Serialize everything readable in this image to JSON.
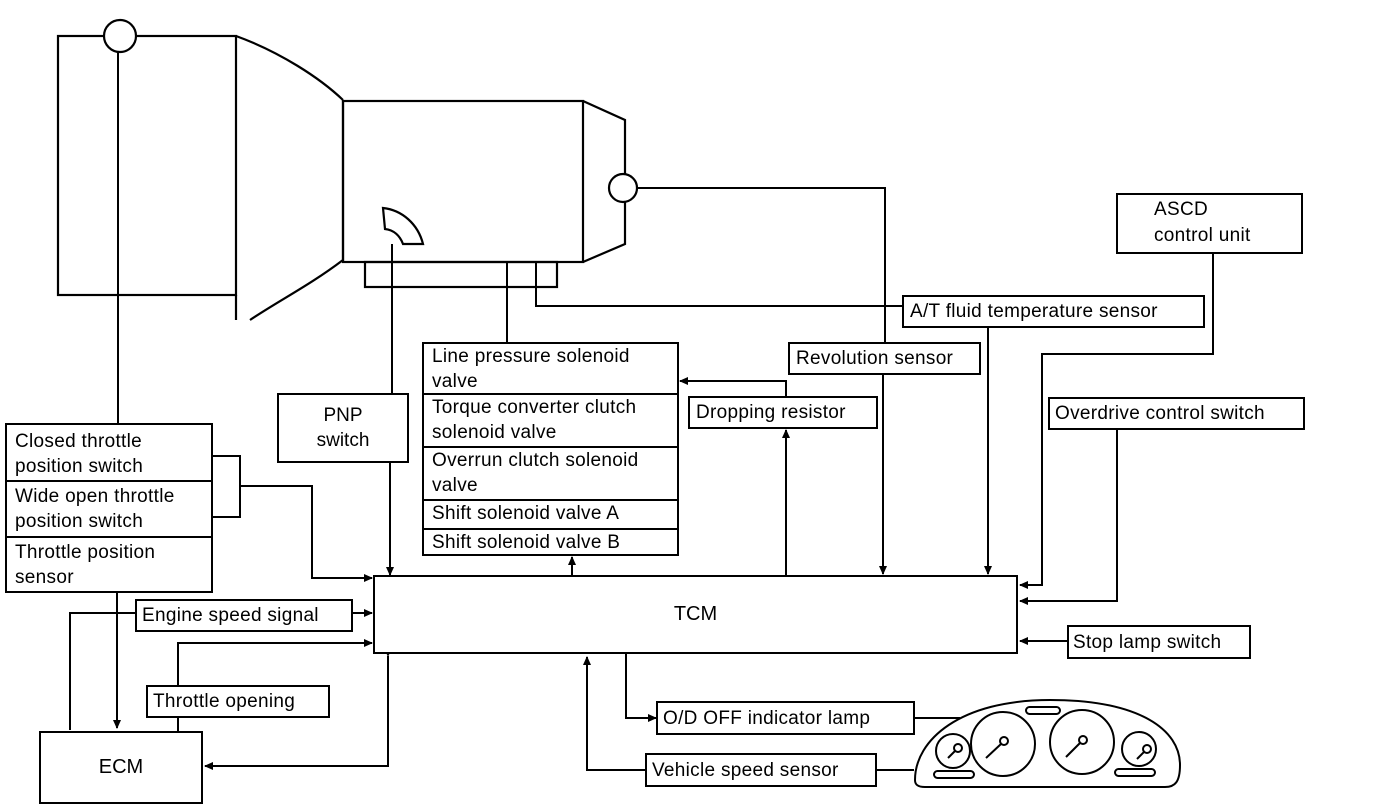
{
  "diagram": {
    "title": "A/T electronic control system diagram",
    "tcm": "TCM",
    "ecm": "ECM",
    "pnp_switch": [
      "PNP",
      "switch"
    ],
    "throttle_sensor_stack": [
      [
        "Closed throttle",
        "position switch"
      ],
      [
        "Wide open throttle",
        "position switch"
      ],
      [
        "Throttle position",
        "sensor"
      ]
    ],
    "solenoid_stack": [
      [
        "Line pressure solenoid",
        "valve"
      ],
      [
        "Torque converter clutch",
        "solenoid valve"
      ],
      [
        "Overrun clutch solenoid",
        "valve"
      ],
      [
        "Shift solenoid valve A"
      ],
      [
        "Shift solenoid valve B"
      ]
    ],
    "dropping_resistor": "Dropping resistor",
    "revolution_sensor": "Revolution sensor",
    "fluid_temp_sensor": "A/T fluid temperature sensor",
    "ascd_control_unit": [
      "ASCD",
      "control unit"
    ],
    "overdrive_control_switch": "Overdrive control switch",
    "stop_lamp_switch": "Stop lamp switch",
    "engine_speed_signal": "Engine speed signal",
    "throttle_opening": "Throttle opening",
    "od_off_indicator_lamp": "O/D OFF indicator lamp",
    "vehicle_speed_sensor": "Vehicle speed sensor",
    "icons": {
      "transmission": "transmission-outline-icon",
      "instrument_cluster": "instrument-cluster-icon"
    },
    "line_color": "#000000",
    "background": "#ffffff"
  }
}
